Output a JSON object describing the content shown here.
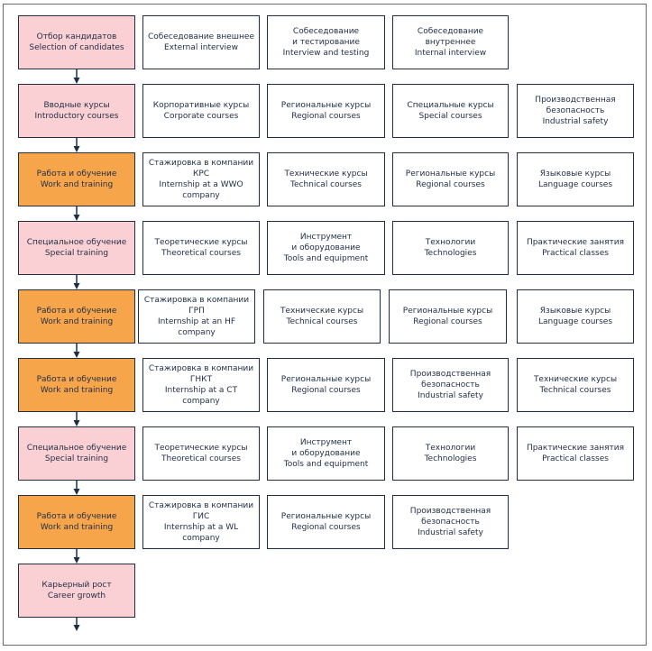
{
  "rows": [
    {
      "stage": {
        "label": "Отбор кандидатов\nSelection of candidates",
        "variant": "pink"
      },
      "items": [
        "Собеседование внешнее\nExternal interview",
        "Собеседование\nи тестирование\nInterview and testing",
        "Собеседование\nвнутреннее\nInternal interview"
      ]
    },
    {
      "stage": {
        "label": "Вводные курсы\nIntroductory courses",
        "variant": "pink"
      },
      "items": [
        "Корпоративные курсы\nCorporate courses",
        "Региональные курсы\nRegional courses",
        "Специальные курсы\nSpecial courses",
        "Производственная\nбезопасность\nIndustrial safety"
      ]
    },
    {
      "stage": {
        "label": "Работа и обучение\nWork and training",
        "variant": "orange"
      },
      "items": [
        "Стажировка в компании\nКРС\nInternship at a WWO\ncompany",
        "Технические курсы\nTechnical courses",
        "Региональные курсы\nRegional courses",
        "Языковые курсы\nLanguage courses"
      ]
    },
    {
      "stage": {
        "label": "Специальное обучение\nSpecial training",
        "variant": "pink"
      },
      "items": [
        "Теоретические курсы\nTheoretical courses",
        "Инструмент\nи оборудование\nTools and equipment",
        "Технологии\nTechnologies",
        "Практические занятия\nPractical classes"
      ]
    },
    {
      "stage": {
        "label": "Работа и обучение\nWork and training",
        "variant": "orange"
      },
      "items": [
        "Стажировка в компании\nГРП\nInternship at an HF\ncompany",
        "Технические курсы\nTechnical courses",
        "Региональные курсы\nRegional courses",
        "Языковые курсы\nLanguage courses"
      ]
    },
    {
      "stage": {
        "label": "Работа и обучение\nWork and training",
        "variant": "orange"
      },
      "items": [
        "Стажировка в компании\nГНКТ\nInternship at a CT company",
        "Региональные курсы\nRegional courses",
        "Производственная\nбезопасность\nIndustrial safety",
        "Технические курсы\nTechnical courses"
      ]
    },
    {
      "stage": {
        "label": "Специальное обучение\nSpecial training",
        "variant": "pink"
      },
      "items": [
        "Теоретические курсы\nTheoretical courses",
        "Инструмент\nи оборудование\nTools and equipment",
        "Технологии\nTechnologies",
        "Практические занятия\nPractical classes"
      ]
    },
    {
      "stage": {
        "label": "Работа и обучение\nWork and training",
        "variant": "orange"
      },
      "items": [
        "Стажировка в компании\nГИС\nInternship at a WL company",
        "Региональные курсы\nRegional courses",
        "Производственная\nбезопасность\nIndustrial safety"
      ]
    },
    {
      "stage": {
        "label": "Карьерный рост\nCareer growth",
        "variant": "pink"
      },
      "items": []
    }
  ],
  "colors": {
    "pink": "#fbd0d4",
    "orange": "#f7a54b",
    "border": "#1f2d45"
  }
}
